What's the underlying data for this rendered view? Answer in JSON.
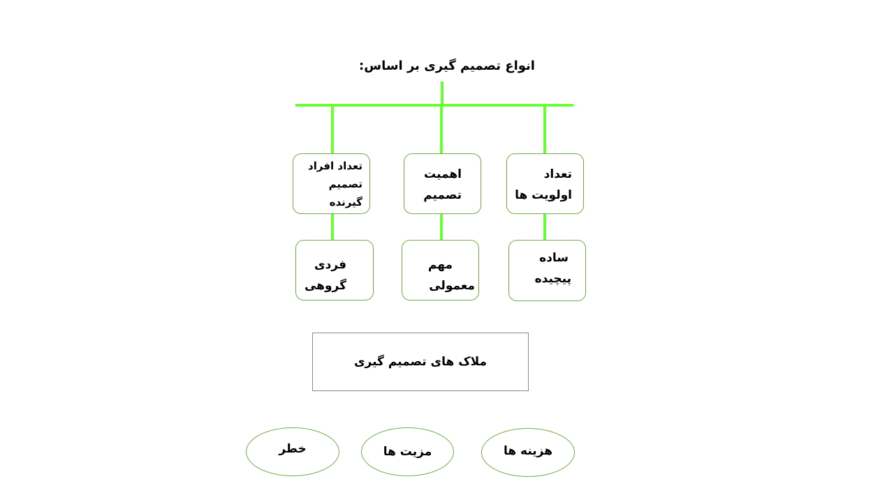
{
  "title": "انواع تصمیم گیری بر اساس:",
  "categories": [
    {
      "label_lines": [
        "تعداد افراد",
        "تصمیم",
        "گیرنده"
      ],
      "types": [
        "فردی",
        "گروهی"
      ]
    },
    {
      "label_lines": [
        "اهمیت",
        "تصمیم"
      ],
      "types": [
        "مهم",
        "معمولی"
      ]
    },
    {
      "label_lines": [
        "تعداد",
        "اولویت ها"
      ],
      "types": [
        "ساده",
        "پیچیده"
      ]
    }
  ],
  "criteria_title": "ملاک های تصمیم گیری",
  "criteria": [
    "خطر",
    "مزیت ها",
    "هزینه ها"
  ],
  "colors": {
    "connector": "#66ff33",
    "border": "#70ad47"
  }
}
